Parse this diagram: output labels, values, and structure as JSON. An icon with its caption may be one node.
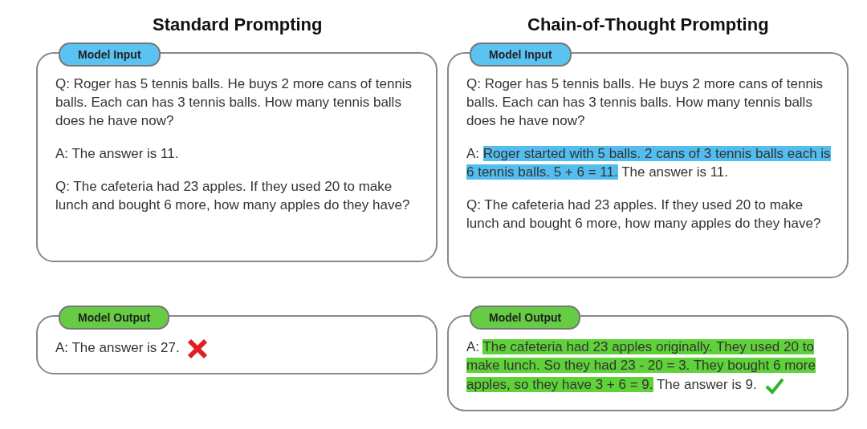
{
  "diagram": {
    "nodes": [
      {
        "text": [
          "Model Input",
          "Q: Roger has 5 tennis balls. He buys 2 more cans of tennis balls. Each can has 3 tennis balls. How many tennis balls does he have now?",
          "A: The answer is 11.",
          "Q: The cafeteria had 23 apples. If they used 20 to make lunch and bought 6 more, how many apples do they have?"
        ]
      },
      {
        "text": [
          "Model Input",
          "Q: Roger has 5 tennis balls. He buys 2 more cans of tennis balls. Each can has 3 tennis balls. How many tennis balls does he have now?",
          "A:",
          "Roger started with 5 balls. 2 cans of 3 tennis balls each is 6 tennis balls. 5 + 6 = 11.",
          "The answer is 11.",
          "Q: The cafeteria had 23 apples. If they used 20 to make lunch and bought 6 more, how many apples do they have?"
        ]
      },
      {
        "text": [
          "Model Output",
          "A: The answer is 27."
        ]
      },
      {
        "text": [
          "Model Output",
          "A:",
          "The cafeteria had 23 apples originally. They used 20 to make lunch. So they had 23 - 20 = 3. They bought 6 more apples, so they have 3 + 6 = 9.",
          "The answer is 9."
        ]
      }
    ],
    "edges": [],
    "labels": [
      "Standard Prompting",
      "Chain-of-Thought Prompting"
    ]
  }
}
